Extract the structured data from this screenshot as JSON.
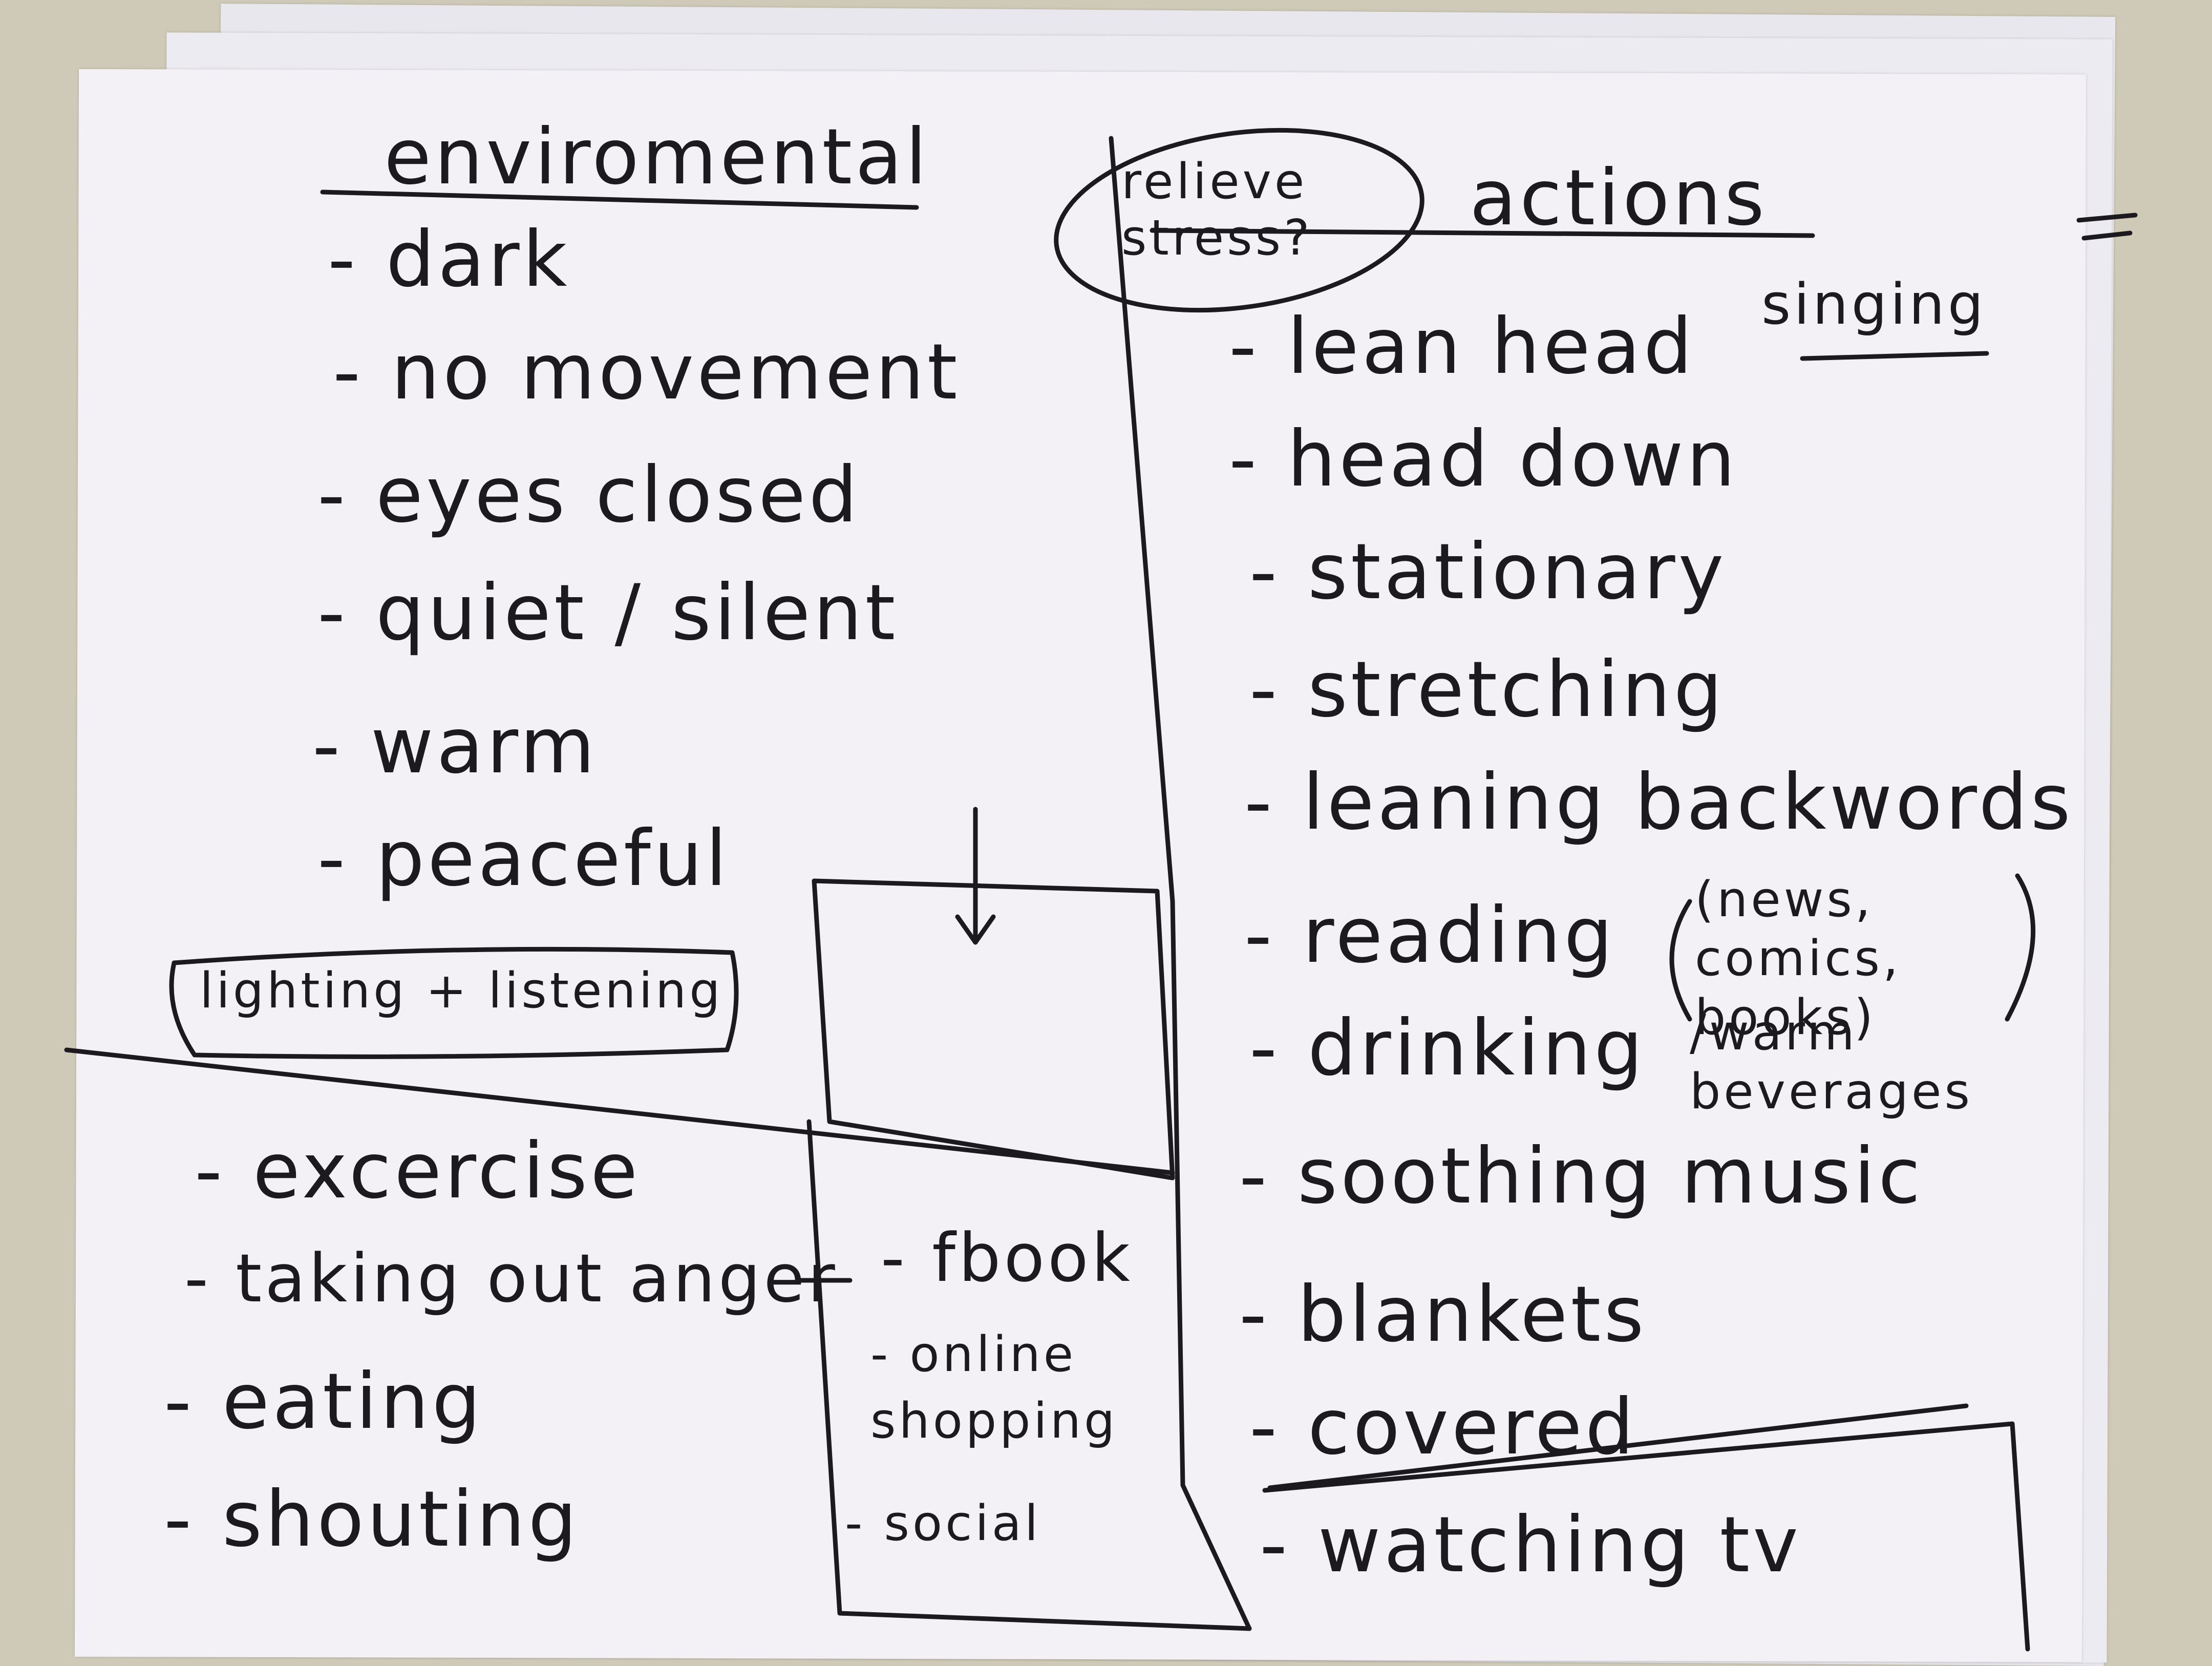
{
  "photo": {
    "environment_column": {
      "heading": "enviromental",
      "items": [
        "- dark",
        "- no movement",
        "- eyes closed",
        "- quiet / silent",
        "- warm",
        "- peaceful"
      ],
      "note": "lighting + listening"
    },
    "actions_column": {
      "circled_note": "relieve stress?",
      "heading": "actions",
      "aside": "singing",
      "items": [
        "- lean head",
        "- head down",
        "- stationary",
        "- stretching",
        "- leaning backwords",
        "- reading",
        "- drinking",
        "- soothing music",
        "- blankets",
        "- covered",
        "- watching tv"
      ],
      "reading_detail": "(news, comics, books)",
      "drinking_detail": "/warm beverages"
    },
    "bottom_left": {
      "items": [
        "- excercise",
        "- taking out anger",
        "- eating",
        "- shouting"
      ]
    },
    "center_box": {
      "items": [
        "- fbook",
        "- online shopping",
        "- social"
      ]
    },
    "ink_color": "#1c1a1e",
    "paper_color": "#f3f1f6"
  }
}
